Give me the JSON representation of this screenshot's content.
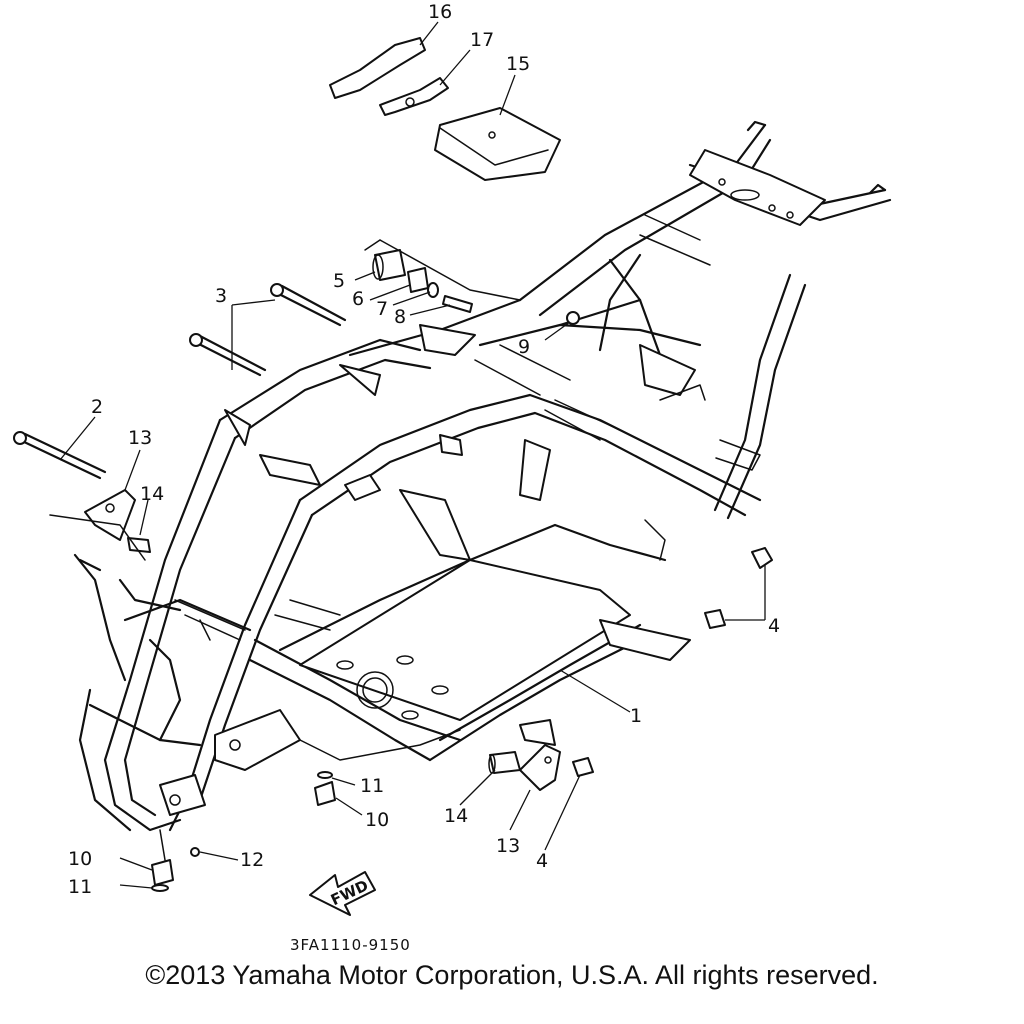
{
  "diagram": {
    "callouts": {
      "c1": "1",
      "c2": "2",
      "c3": "3",
      "c4a": "4",
      "c4b": "4",
      "c5": "5",
      "c6": "6",
      "c7": "7",
      "c8": "8",
      "c9": "9",
      "c10a": "10",
      "c10b": "10",
      "c11a": "11",
      "c11b": "11",
      "c12": "12",
      "c13a": "13",
      "c13b": "13",
      "c14a": "14",
      "c14b": "14",
      "c15": "15",
      "c16": "16",
      "c17": "17"
    },
    "fwd_label": "FWD",
    "drawing_code": "3FA1110-9150"
  },
  "copyright": "©2013 Yamaha Motor Corporation, U.S.A. All rights reserved."
}
